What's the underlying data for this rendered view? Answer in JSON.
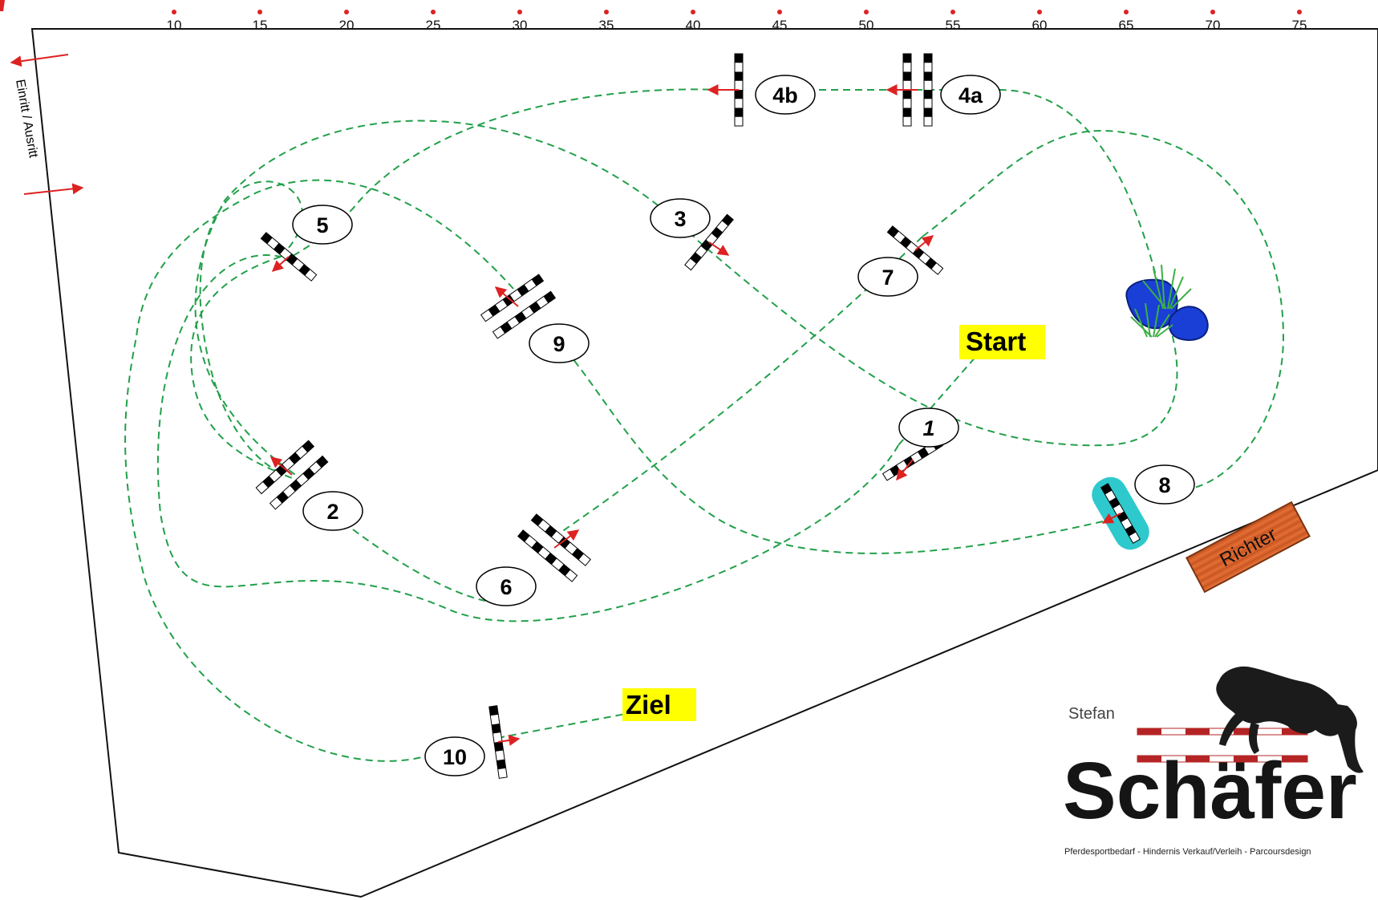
{
  "ruler": {
    "ticks": [
      "10",
      "15",
      "20",
      "25",
      "30",
      "35",
      "40",
      "45",
      "50",
      "55",
      "60",
      "65",
      "70",
      "75"
    ]
  },
  "arena": {
    "entrance_label": "Einritt / Ausritt",
    "start_label": "Start",
    "finish_label": "Ziel",
    "judge_label": "Richter"
  },
  "obstacles": [
    {
      "number": "1"
    },
    {
      "number": "2"
    },
    {
      "number": "3"
    },
    {
      "number": "4a"
    },
    {
      "number": "4b"
    },
    {
      "number": "5"
    },
    {
      "number": "6"
    },
    {
      "number": "7"
    },
    {
      "number": "8"
    },
    {
      "number": "9"
    },
    {
      "number": "10"
    }
  ],
  "logo": {
    "first_name": "Stefan",
    "last_name": "Schäfer",
    "tagline": "Pferdesportbedarf - Hindernis Verkauf/Verleih - Parcoursdesign"
  },
  "colors": {
    "route": "#22a04a",
    "direction_arrow": "#dd2222",
    "highlight": "#ffff00",
    "water": "#2ec9cc",
    "judge_box": "#d9622b",
    "stone": "#1a3fd6",
    "grass": "#3cb043"
  }
}
